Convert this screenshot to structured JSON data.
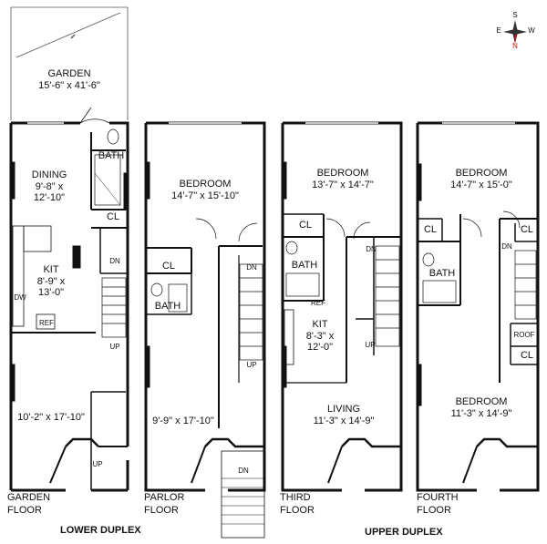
{
  "compass": {
    "north": "N",
    "south": "S",
    "east": "E",
    "west": "W"
  },
  "garden": {
    "name": "GARDEN",
    "dims": "15'-6\" x 41'-6\""
  },
  "garden_floor": {
    "label_line1": "GARDEN",
    "label_line2": "FLOOR",
    "dining": {
      "name": "DINING",
      "dims1": "9'-8\" x",
      "dims2": "12'-10\""
    },
    "bath": "BATH",
    "cl": "CL",
    "kit": {
      "name": "KIT",
      "dims1": "8'-9\" x",
      "dims2": "13'-0\""
    },
    "dw": "DW",
    "ref": "REF",
    "dn": "DN",
    "up": "UP",
    "front_room_dims": "10'-2\" x 17'-10\"",
    "entry_up": "UP"
  },
  "parlor_floor": {
    "label_line1": "PARLOR",
    "label_line2": "FLOOR",
    "bedroom": {
      "name": "BEDROOM",
      "dims": "14'-7\" x 15'-10\""
    },
    "cl": "CL",
    "bath": "BATH",
    "dn": "DN",
    "up": "UP",
    "front_room_dims": "9'-9\" x 17'-10\"",
    "stoop_dn": "DN"
  },
  "third_floor": {
    "label_line1": "THIRD",
    "label_line2": "FLOOR",
    "bedroom": {
      "name": "BEDROOM",
      "dims": "13'-7\" x 14'-7\""
    },
    "cl": "CL",
    "bath": "BATH",
    "dn": "DN",
    "ref": "REF",
    "kit": {
      "name": "KIT",
      "dims1": "8'-3\" x",
      "dims2": "12'-0\""
    },
    "up": "UP",
    "living": {
      "name": "LIVING",
      "dims": "11'-3\" x 14'-9\""
    }
  },
  "fourth_floor": {
    "label_line1": "FOURTH",
    "label_line2": "FLOOR",
    "bedroom_rear": {
      "name": "BEDROOM",
      "dims": "14'-7\" x 15'-0\""
    },
    "cl_left": "CL",
    "cl_right": "CL",
    "bath": "BATH",
    "dn": "DN",
    "roof": "ROOF",
    "cl_lower": "CL",
    "bedroom_front": {
      "name": "BEDROOM",
      "dims": "11'-3\" x 14'-9\""
    }
  },
  "sections": {
    "lower": "LOWER DUPLEX",
    "upper": "UPPER DUPLEX"
  },
  "colors": {
    "wall": "#111111",
    "line": "#222222",
    "compass_n": "#cc1111"
  }
}
